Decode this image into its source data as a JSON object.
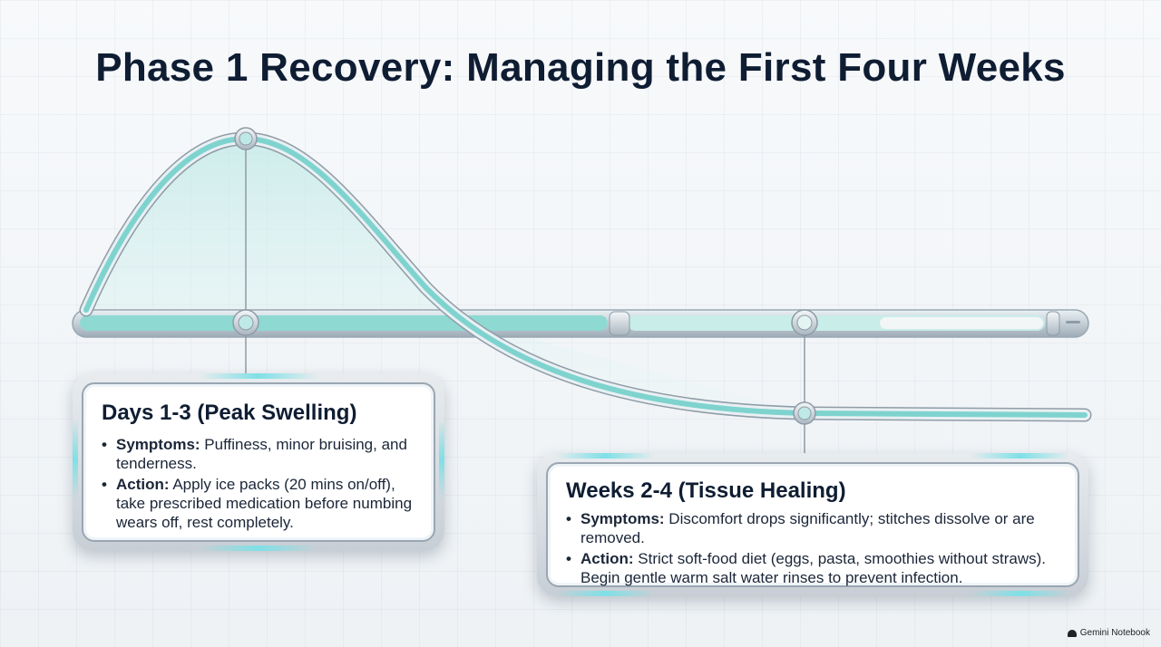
{
  "title": "Phase 1 Recovery: Managing the First Four Weeks",
  "phases": [
    {
      "heading": "Days 1-3 (Peak Swelling)",
      "items": [
        {
          "label": "Symptoms:",
          "text": " Puffiness, minor bruising, and tenderness."
        },
        {
          "label": "Action:",
          "text": " Apply ice packs (20 mins on/off), take prescribed medication before numbing wears off, rest completely."
        }
      ]
    },
    {
      "heading": "Weeks 2-4 (Tissue Healing)",
      "items": [
        {
          "label": "Symptoms:",
          "text": " Discomfort drops significantly; stitches dissolve or are removed."
        },
        {
          "label": "Action:",
          "text": " Strict soft-food diet (eggs, pasta, smoothies without straws). Begin gentle warm salt water rinses to prevent infection."
        }
      ]
    }
  ],
  "brand": "Gemini Notebook",
  "colors": {
    "teal": "#7fd3cf",
    "teal_dark": "#5bbcb8",
    "frame": "#c8d0d8",
    "title": "#0f1d33"
  }
}
